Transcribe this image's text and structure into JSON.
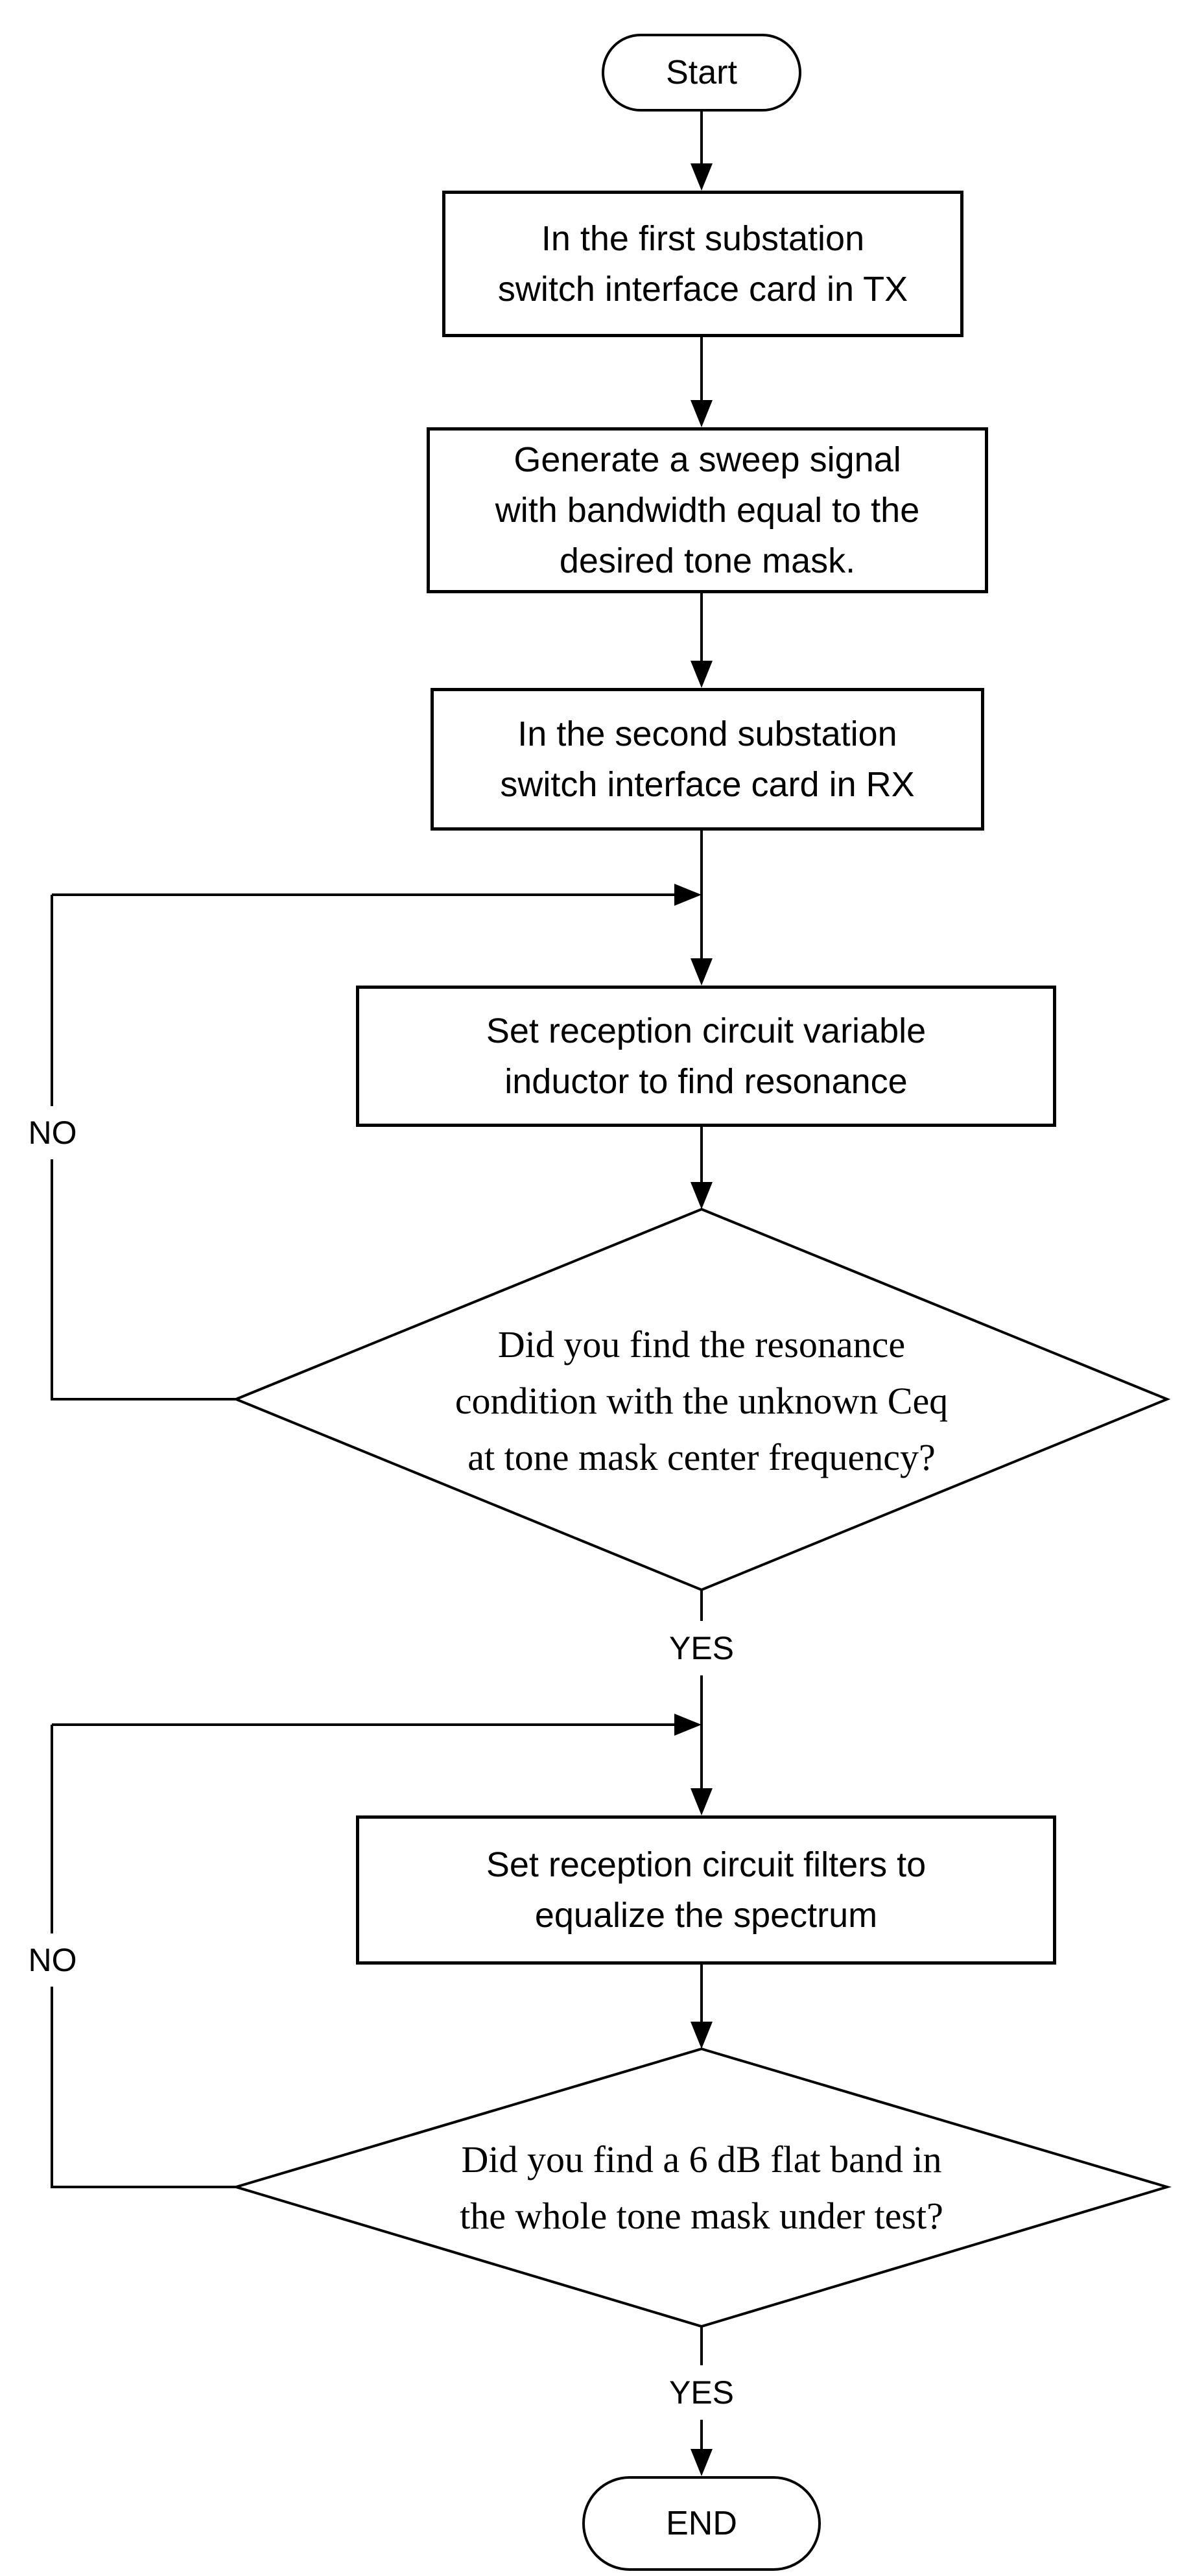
{
  "nodes": {
    "start": {
      "label": "Start"
    },
    "process1": {
      "label": "In the first substation\nswitch interface card in TX"
    },
    "process2": {
      "label": "Generate a sweep signal\nwith bandwidth equal to the\ndesired tone mask."
    },
    "process3": {
      "label": "In the second substation\nswitch interface card in RX"
    },
    "process4": {
      "label": "Set reception circuit variable\ninductor to find resonance"
    },
    "decision1": {
      "label": "Did you find the resonance\ncondition with the unknown Ceq\nat tone mask center frequency?",
      "no_label": "NO",
      "yes_label": "YES"
    },
    "process5": {
      "label": "Set reception circuit filters to\nequalize the spectrum"
    },
    "decision2": {
      "label": "Did you find a 6 dB flat band in\nthe whole tone mask under test?",
      "no_label": "NO",
      "yes_label": "YES"
    },
    "end": {
      "label": "END"
    }
  },
  "colors": {
    "stroke": "#000000",
    "background": "#ffffff"
  }
}
